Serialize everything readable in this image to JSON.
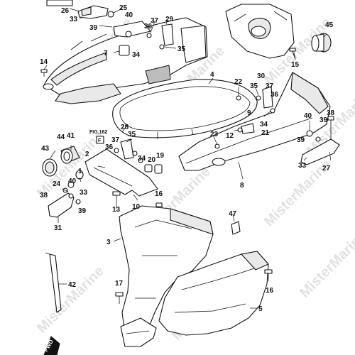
{
  "watermark_text": "MisterMarine",
  "fig_ref": "FIG.162",
  "fig_box_letter": "F",
  "fwd_label": "FWD",
  "callouts": [
    {
      "id": "p26",
      "text": "26"
    },
    {
      "id": "p33a",
      "text": "33"
    },
    {
      "id": "p39a",
      "text": "39"
    },
    {
      "id": "p25",
      "text": "25"
    },
    {
      "id": "p40a",
      "text": "40"
    },
    {
      "id": "p36a",
      "text": "36"
    },
    {
      "id": "p37a",
      "text": "37"
    },
    {
      "id": "p29",
      "text": "29"
    },
    {
      "id": "p35a",
      "text": "35"
    },
    {
      "id": "p34a",
      "text": "34"
    },
    {
      "id": "p7",
      "text": "7"
    },
    {
      "id": "p14",
      "text": "14"
    },
    {
      "id": "p45",
      "text": "45"
    },
    {
      "id": "p15",
      "text": "15"
    },
    {
      "id": "p4",
      "text": "4"
    },
    {
      "id": "p22",
      "text": "22"
    },
    {
      "id": "p30",
      "text": "30"
    },
    {
      "id": "p35b",
      "text": "35"
    },
    {
      "id": "p37b",
      "text": "37"
    },
    {
      "id": "p36b",
      "text": "36"
    },
    {
      "id": "p9",
      "text": "9"
    },
    {
      "id": "p34b",
      "text": "34"
    },
    {
      "id": "p12",
      "text": "12"
    },
    {
      "id": "p21",
      "text": "21"
    },
    {
      "id": "p23",
      "text": "23"
    },
    {
      "id": "p40b",
      "text": "40"
    },
    {
      "id": "p38a",
      "text": "38"
    },
    {
      "id": "p39b",
      "text": "39"
    },
    {
      "id": "p33b",
      "text": "33"
    },
    {
      "id": "p27",
      "text": "27"
    },
    {
      "id": "p8",
      "text": "8"
    },
    {
      "id": "p44",
      "text": "44"
    },
    {
      "id": "p41",
      "text": "41"
    },
    {
      "id": "p43",
      "text": "43"
    },
    {
      "id": "p28",
      "text": "28"
    },
    {
      "id": "p37c",
      "text": "37"
    },
    {
      "id": "p35c",
      "text": "35"
    },
    {
      "id": "p36c",
      "text": "36"
    },
    {
      "id": "p2",
      "text": "2"
    },
    {
      "id": "p34c",
      "text": "34"
    },
    {
      "id": "p20",
      "text": "20"
    },
    {
      "id": "p19",
      "text": "19"
    },
    {
      "id": "p1",
      "text": "1"
    },
    {
      "id": "p40c",
      "text": "40"
    },
    {
      "id": "p24",
      "text": "24"
    },
    {
      "id": "p38b",
      "text": "38"
    },
    {
      "id": "p33c",
      "text": "33"
    },
    {
      "id": "p39c",
      "text": "39"
    },
    {
      "id": "p13",
      "text": "13"
    },
    {
      "id": "p10",
      "text": "10"
    },
    {
      "id": "p16a",
      "text": "16"
    },
    {
      "id": "p31",
      "text": "31"
    },
    {
      "id": "p47",
      "text": "47"
    },
    {
      "id": "p3",
      "text": "3"
    },
    {
      "id": "p42",
      "text": "42"
    },
    {
      "id": "p17",
      "text": "17"
    },
    {
      "id": "p16b",
      "text": "16"
    },
    {
      "id": "p5",
      "text": "5"
    }
  ]
}
